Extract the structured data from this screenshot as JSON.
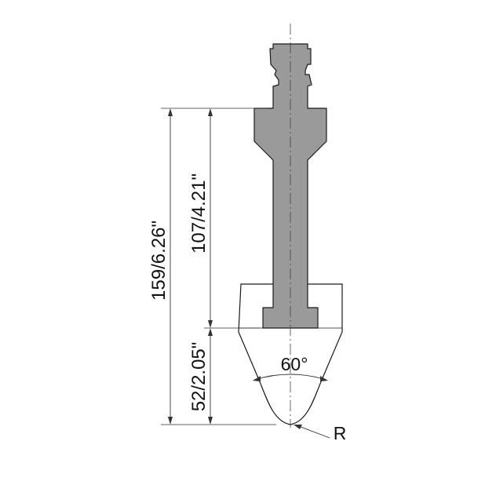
{
  "dimensions": {
    "total_height": "159/6.26\"",
    "upper_height": "107/4.21\"",
    "lower_height": "52/2.05\""
  },
  "angle_label": "60°",
  "radius_label": "R",
  "colors": {
    "tool_fill": "#9a9a9a",
    "outline": "#1a1a1a",
    "dim_line": "#333333"
  }
}
